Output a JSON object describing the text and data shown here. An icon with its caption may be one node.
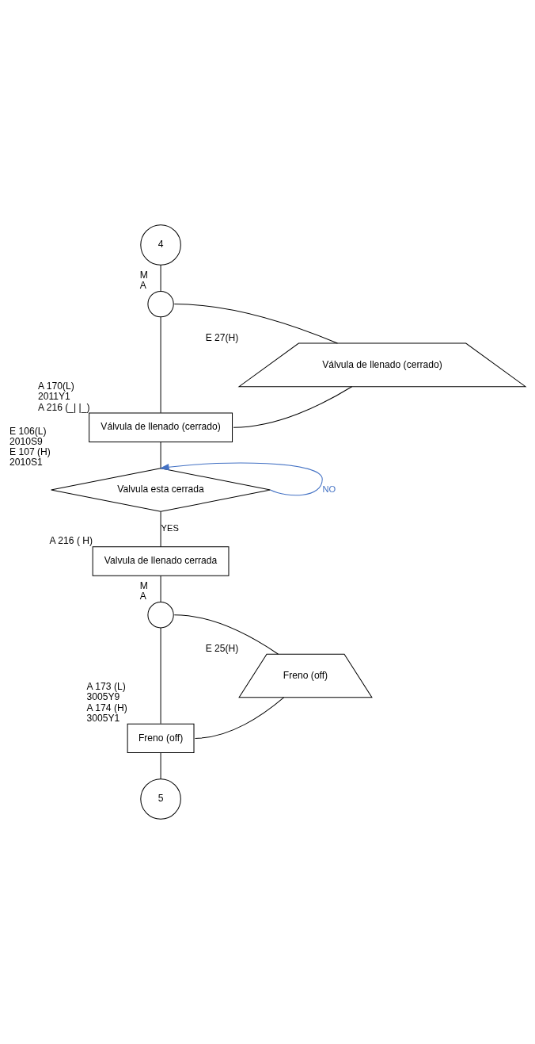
{
  "diagram": {
    "nodes": [
      {
        "text": [
          "4"
        ]
      },
      {
        "text": [],
        "shape": "circle",
        "beside": [
          "M",
          "A"
        ]
      },
      {
        "text": [
          "Válvula de llenado (cerrado)"
        ],
        "beside": [
          "E 27(H)"
        ]
      },
      {
        "text": [
          "Válvula de llenado (cerrado)"
        ],
        "beside": [
          "A 170(L)",
          "2011Y1",
          "A 216 (_| |_)"
        ]
      },
      {
        "text": [
          "Valvula esta cerrada"
        ],
        "beside": [
          "E 106(L)",
          "2010S9",
          "E 107 (H)",
          "2010S1"
        ]
      },
      {
        "text": [
          "Valvula de llenado cerrada"
        ],
        "beside": [
          "A 216 ( H)"
        ]
      },
      {
        "text": [],
        "shape": "circle",
        "beside": [
          "M",
          "A"
        ]
      },
      {
        "text": [
          "Freno (off)"
        ],
        "beside": [
          "E 25(H)"
        ]
      },
      {
        "text": [
          "Freno (off)"
        ],
        "beside": [
          "A 173 (L)",
          "3005Y9",
          "A 174 (H)",
          "3005Y1"
        ]
      },
      {
        "text": [
          "5"
        ]
      }
    ],
    "edges": [
      {
        "from": 0,
        "to": 1,
        "arrow": "none"
      },
      {
        "from": 1,
        "to": 2,
        "arrow": "none"
      },
      {
        "from": 1,
        "to": 3,
        "arrow": "none"
      },
      {
        "from": 2,
        "to": 3,
        "arrow": "none"
      },
      {
        "from": 3,
        "to": 4,
        "arrow": "none"
      },
      {
        "from": 4,
        "to": 4,
        "arrow": "to",
        "label": "NO",
        "color": "#4472c4"
      },
      {
        "from": 4,
        "to": 5,
        "arrow": "none",
        "label": "YES"
      },
      {
        "from": 5,
        "to": 6,
        "arrow": "none"
      },
      {
        "from": 6,
        "to": 7,
        "arrow": "none"
      },
      {
        "from": 6,
        "to": 8,
        "arrow": "none"
      },
      {
        "from": 7,
        "to": 8,
        "arrow": "none"
      },
      {
        "from": 8,
        "to": 9,
        "arrow": "none"
      }
    ]
  }
}
